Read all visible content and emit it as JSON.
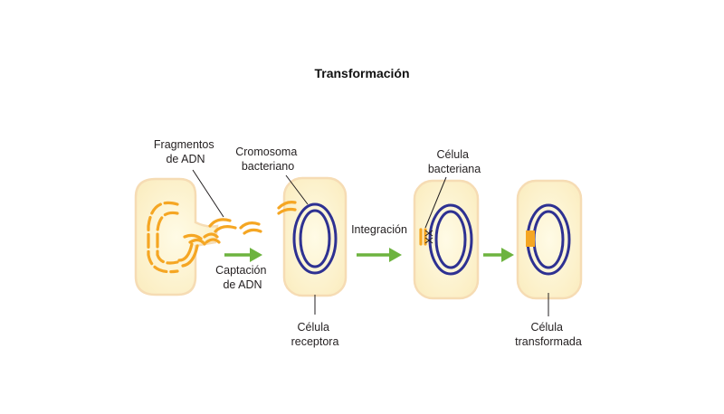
{
  "title": "Transformación",
  "labels": {
    "fragments": [
      "Fragmentos",
      "de ADN"
    ],
    "chromosome": [
      "Cromosoma",
      "bacteriano"
    ],
    "uptake": [
      "Captación",
      "de ADN"
    ],
    "recipient": [
      "Célula",
      "receptora"
    ],
    "integration": "Integración",
    "bacterial_cell": [
      "Célula",
      "bacteriana"
    ],
    "transformed": [
      "Célula",
      "transformada"
    ]
  },
  "colors": {
    "cell_fill": "#fdf4cf",
    "cell_stroke": "#f6dcb4",
    "dna_orange": "#f5a623",
    "chromosome_blue": "#2e3192",
    "arrow_green": "#6db33f",
    "text": "#231f20"
  }
}
